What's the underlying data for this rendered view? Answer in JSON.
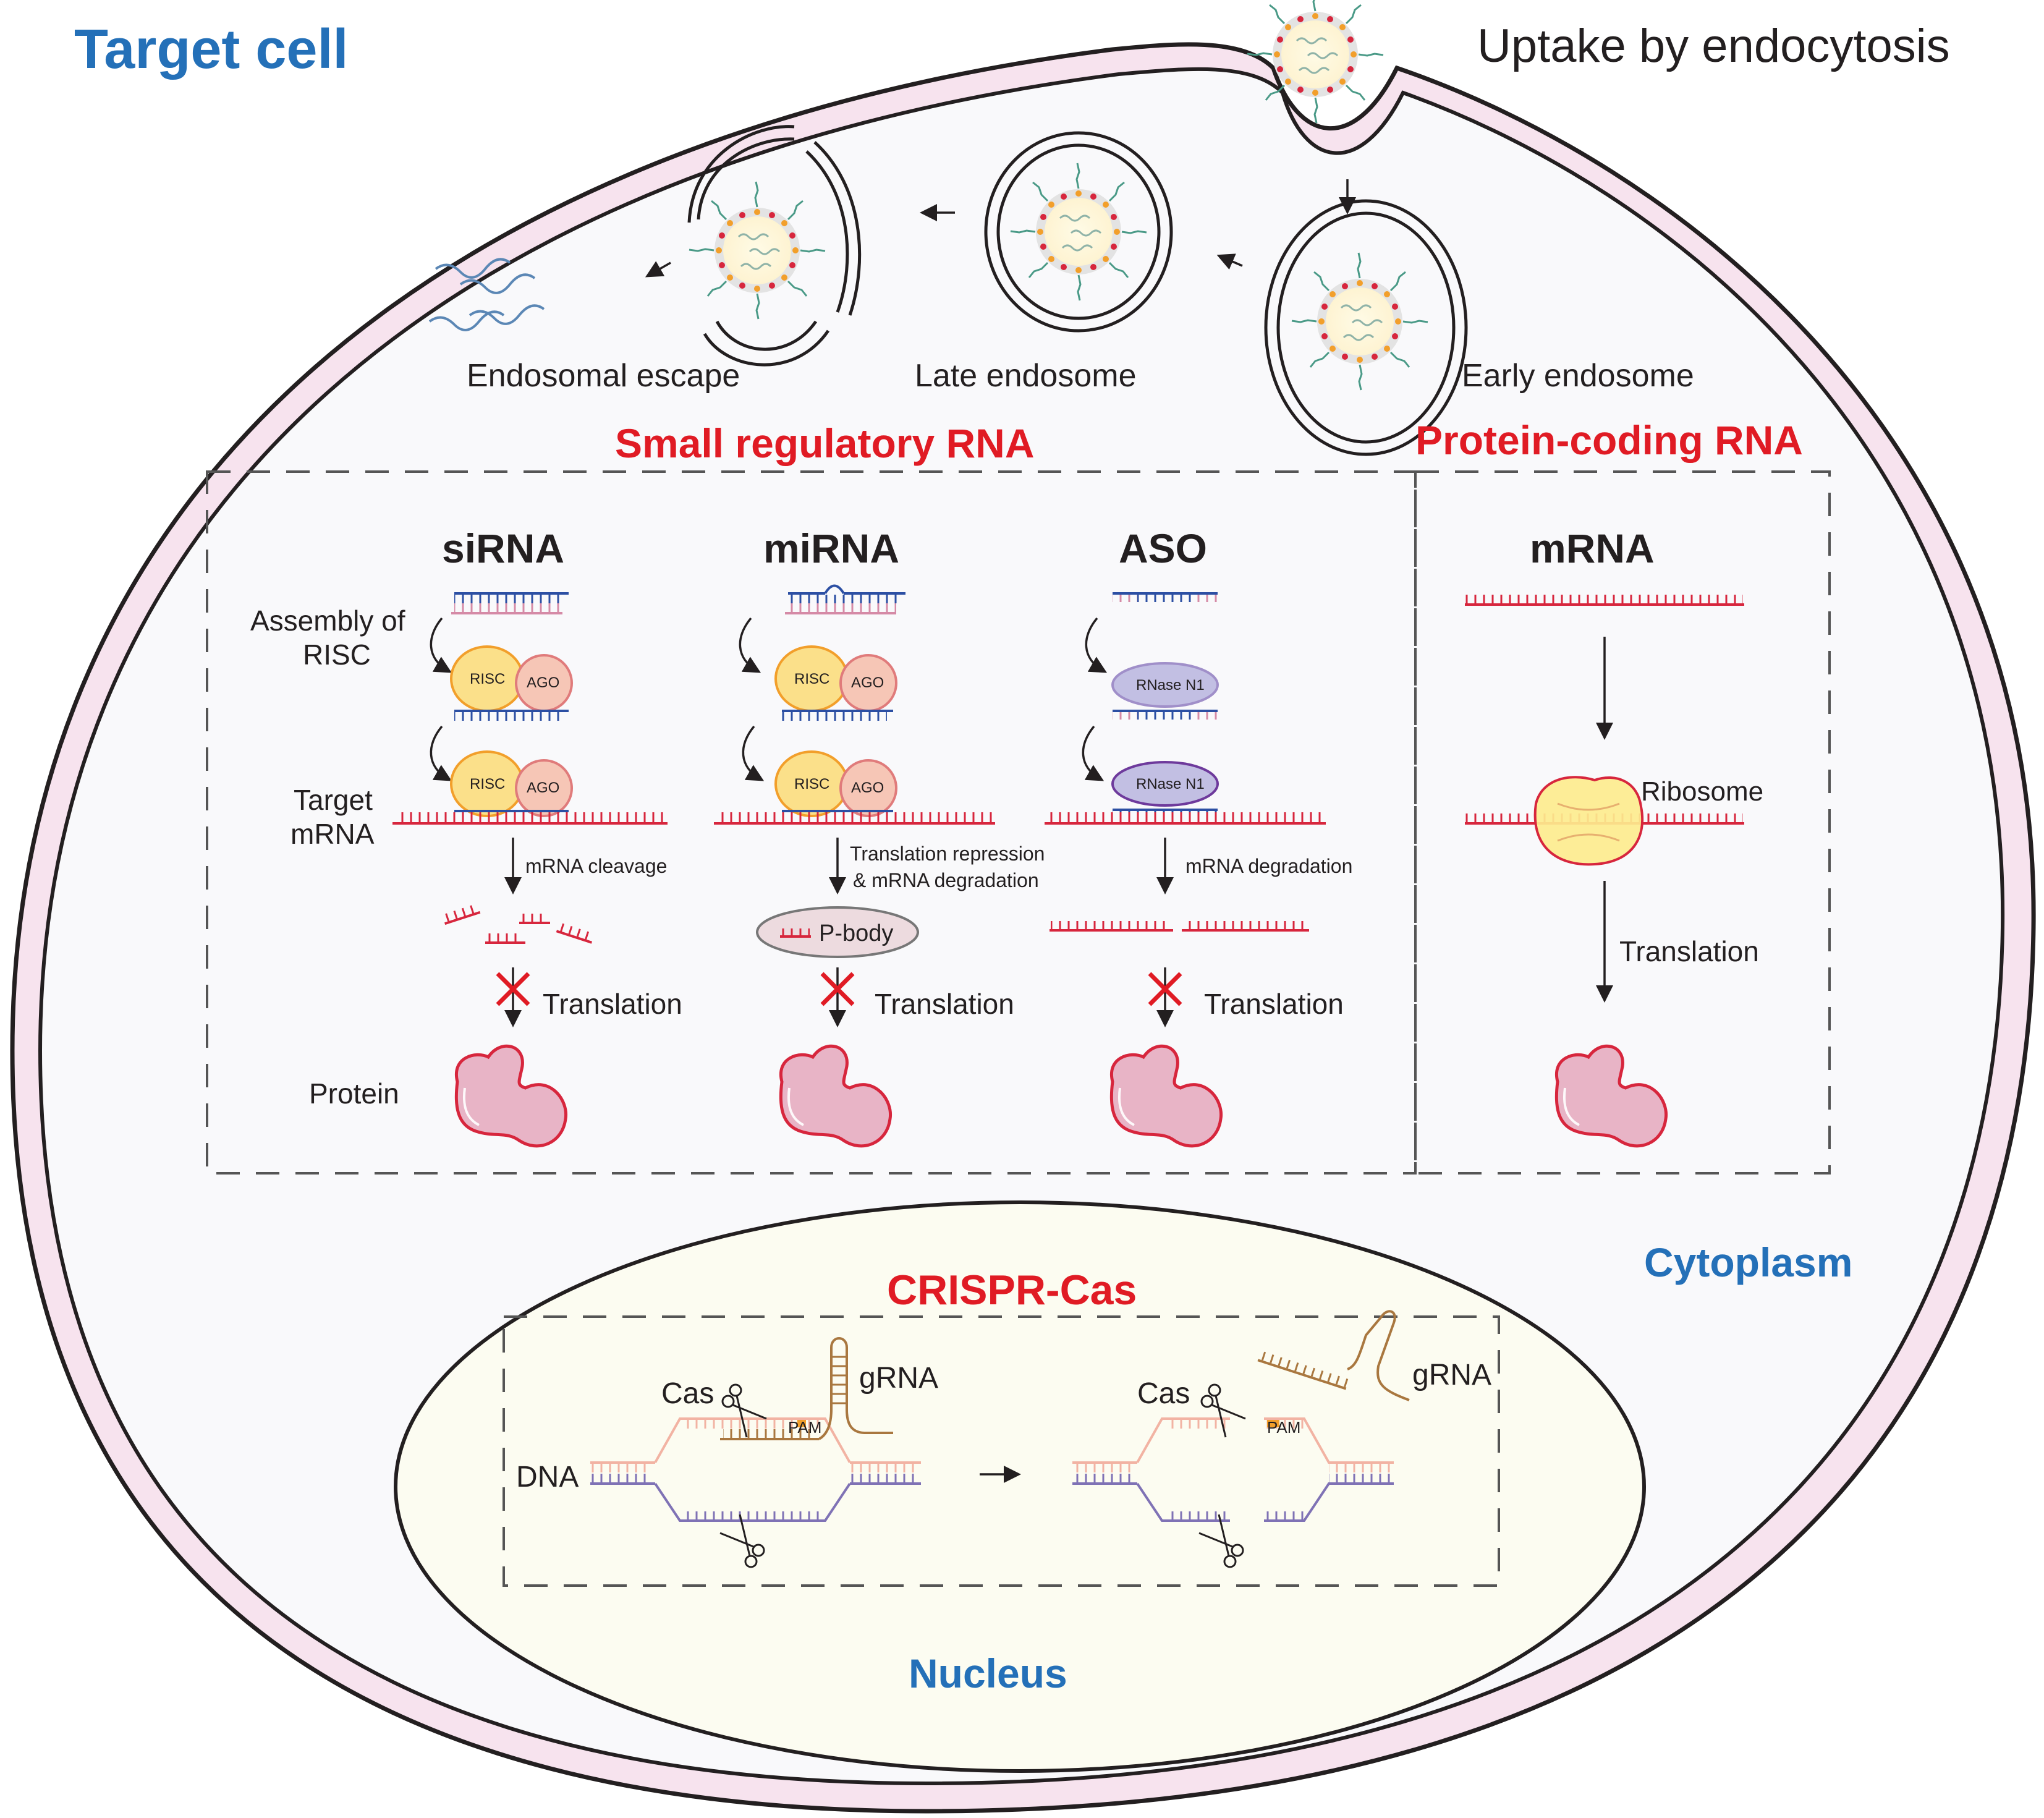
{
  "labels": {
    "target_cell": "Target cell",
    "uptake": "Uptake by endocytosis",
    "endosomal_escape": "Endosomal escape",
    "late_endosome": "Late endosome",
    "early_endosome": "Early endosome",
    "cytoplasm": "Cytoplasm",
    "nucleus": "Nucleus"
  },
  "sections": {
    "small_regulatory": "Small regulatory RNA",
    "protein_coding": "Protein-coding RNA",
    "crispr": "CRISPR-Cas"
  },
  "columns": {
    "sirna": {
      "title": "siRNA",
      "assembly_label_1": "Assembly of",
      "assembly_label_2": "RISC",
      "target_label_1": "Target",
      "target_label_2": "mRNA",
      "complex_a": "RISC",
      "complex_b": "AGO",
      "process": "mRNA cleavage",
      "translation": "Translation",
      "protein_label": "Protein"
    },
    "mirna": {
      "title": "miRNA",
      "complex_a": "RISC",
      "complex_b": "AGO",
      "process_1": "Translation repression",
      "process_2": "& mRNA degradation",
      "pbody": "P-body",
      "translation": "Translation"
    },
    "aso": {
      "title": "ASO",
      "enzyme": "RNase N1",
      "process": "mRNA degradation",
      "translation": "Translation"
    },
    "mrna": {
      "title": "mRNA",
      "ribosome": "Ribosome",
      "translation": "Translation"
    }
  },
  "crispr": {
    "cas_label": "Cas",
    "grna_label": "gRNA",
    "pam_label": "PAM",
    "dna_label": "DNA"
  },
  "colors": {
    "title_blue": "#2470b8",
    "title_red": "#e01b24",
    "membrane_pink": "#f7e3ee",
    "cytoplasm_fill": "#f9f9fb",
    "nucleus_fill": "#fcfcf1",
    "protein_fill": "#e8b4c6",
    "protein_stroke": "#d7263d",
    "risc_fill": "#fbe08a",
    "ago_fill": "#f6c6b6",
    "rnase_fill": "#c2bfe3",
    "ribosome_fill": "#fdec8e"
  }
}
